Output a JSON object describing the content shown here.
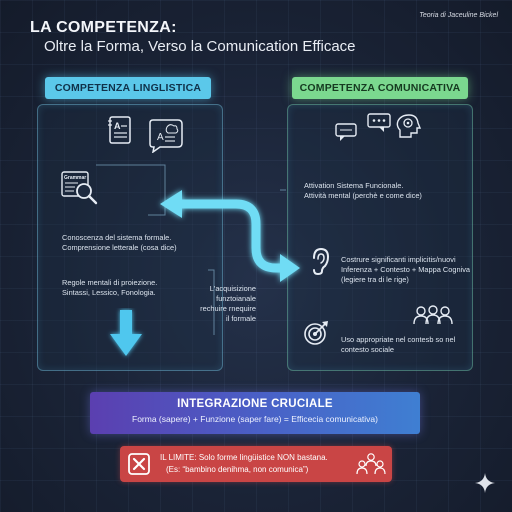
{
  "header": {
    "title": "LA COMPETENZA:",
    "subtitle": "Oltre la Forma, Verso la Comunication Efficace",
    "credit": "Teoria di Jaceuline Bickel"
  },
  "left": {
    "label": "COMPETENZA LINGLISTICA",
    "icon_text_a": "A",
    "grammar_label": "Grammar",
    "text1_line1": "Conoscenza del sistema formale.",
    "text1_line2": "Comprensione letterale (cosa dice)",
    "text2_line1": "Regole mentali di proiezione.",
    "text2_line2": "Sintassi, Lessico, Fonologia."
  },
  "middle": {
    "line1": "L'acquisizione",
    "line2": "funztoianale",
    "line3": "rechuire rnequire",
    "line4": "il formale"
  },
  "right": {
    "label": "COMPETENZA COMUNICATIVA",
    "text1_line1": "Attivation Sistema Funcionale.",
    "text1_line2": "Attività mental (perchè e come dice)",
    "text2_line1": "Costrure significanti implicitis/nuovi",
    "text2_line2": "Inferenza + Contesto + Mappa Cogniva",
    "text2_line3": "(legiere tra di le rige)",
    "text3_line1": "Uso appropriate nel contesb so nel",
    "text3_line2": "contesto sociale"
  },
  "integration": {
    "title": "INTEGRAZIONE CRUCIALE",
    "formula": "Forma (sapere) + Funzione (saper fare) = Efficecia comunicativa)"
  },
  "limit": {
    "line1": "IL LIMITE: Solo forme lingüistice NON bastana.",
    "line2": "(Es: “bambino denihma, non comunica”)"
  },
  "colors": {
    "left_accent": "#5bc8ea",
    "right_accent": "#7bd88f",
    "arrow": "#6fdcf5",
    "limit_red": "#c94545",
    "banner_purple": "#5b3fb0",
    "banner_blue": "#3f7fd2"
  },
  "icons": [
    "document-icon",
    "brain-speech-icon",
    "grammar-magnifier-icon",
    "down-arrow-icon",
    "chat-bubbles-icon",
    "gear-head-icon",
    "ear-icon",
    "target-icon",
    "people-icon",
    "error-x-icon",
    "crowd-icon",
    "sparkle-icon"
  ]
}
